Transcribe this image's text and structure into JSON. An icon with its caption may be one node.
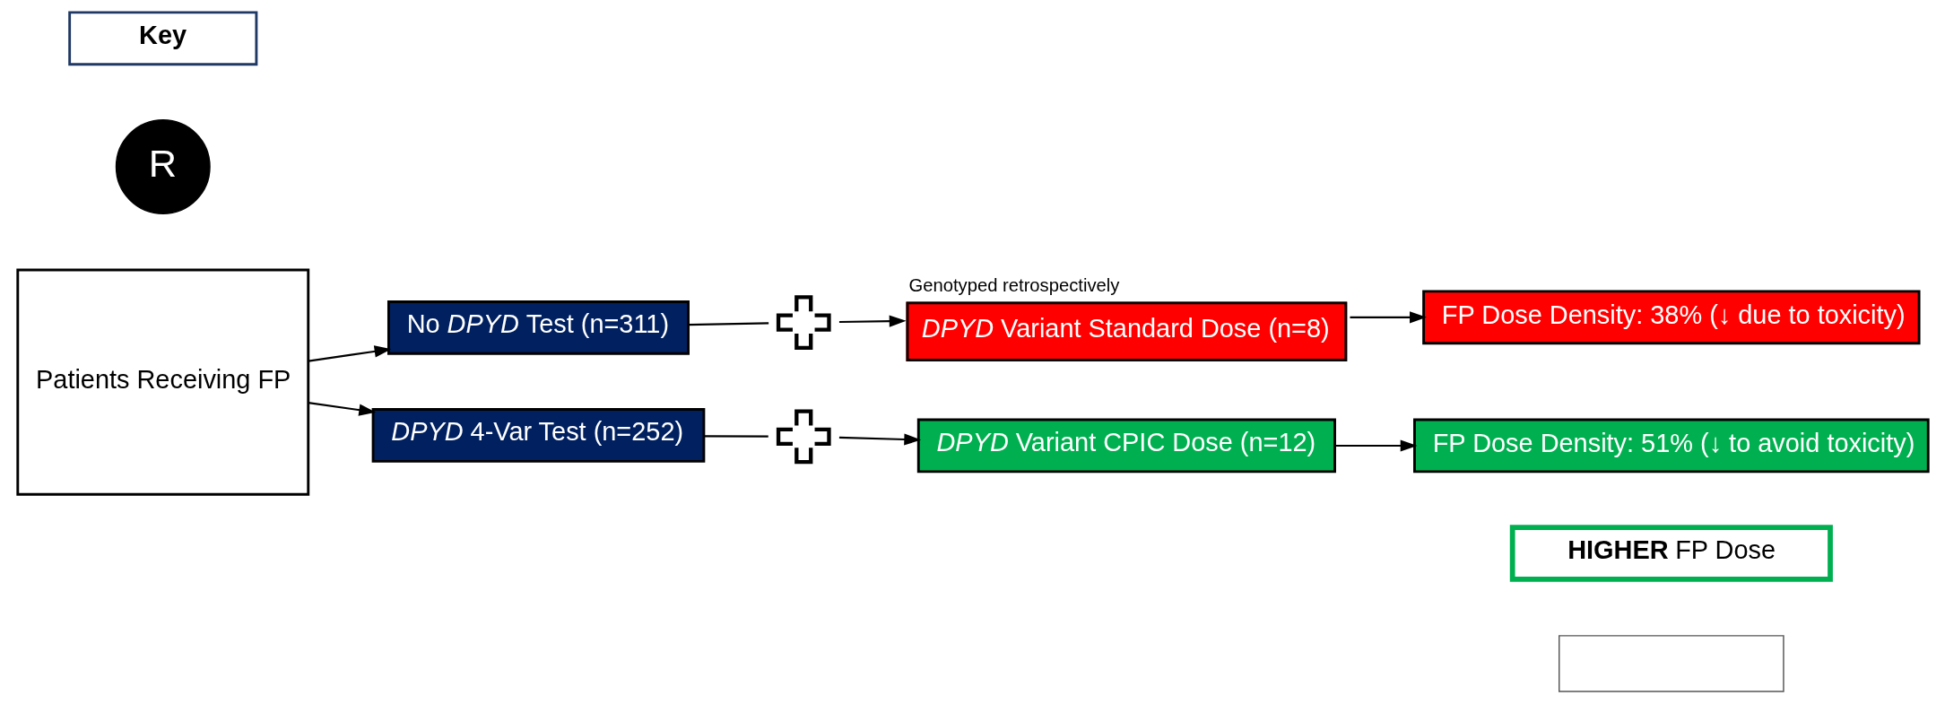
{
  "diagram": {
    "nodes": [
      {
        "text": [
          "Patients Receiving FP"
        ]
      },
      {
        "text": [
          "R"
        ]
      },
      {
        "text": [
          "No *DPYD* Test (n=311)"
        ]
      },
      {
        "text": [
          "*DPYD* 4-Var Test (n=252)"
        ]
      },
      {
        "text": [],
        "shape": "cross"
      },
      {
        "text": [],
        "shape": "cross"
      },
      {
        "text": [
          "*DPYD* Variant Standard Dose (n=8)"
        ],
        "beside": [
          "Genotyped retrospectively"
        ]
      },
      {
        "text": [
          "*DPYD* Variant CPIC Dose (n=12)"
        ]
      },
      {
        "text": [
          "FP Dose Density: 38% (↓ due to toxicity)"
        ]
      },
      {
        "text": [
          "FP Dose Density: 51% (↓ to avoid toxicity)"
        ]
      },
      {
        "text": [
          "**HIGHER** FP Dose"
        ]
      },
      {
        "text": [
          "**Key**"
        ]
      },
      {
        "text": [],
        "shape": "box"
      }
    ],
    "edges": [
      {
        "from": 0,
        "to": 2,
        "arrow": "to"
      },
      {
        "from": 0,
        "to": 3,
        "arrow": "to"
      },
      {
        "from": 2,
        "to": 4,
        "arrow": "none"
      },
      {
        "from": 4,
        "to": 6,
        "arrow": "to"
      },
      {
        "from": 3,
        "to": 5,
        "arrow": "none"
      },
      {
        "from": 5,
        "to": 7,
        "arrow": "to"
      },
      {
        "from": 6,
        "to": 8,
        "arrow": "to"
      },
      {
        "from": 7,
        "to": 9,
        "arrow": "to"
      }
    ]
  }
}
